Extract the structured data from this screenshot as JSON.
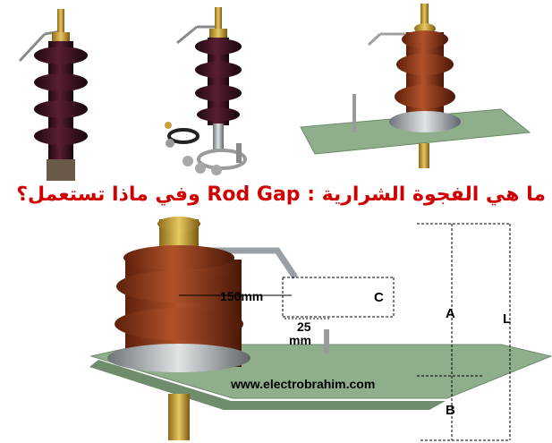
{
  "title": "ما هي الفجوة الشرارية : Rod Gap وفي ماذا تستعمل؟",
  "dimensions": {
    "gap_150": "150mm",
    "gap_25_value": "25",
    "gap_25_unit": "mm",
    "label_c": "C",
    "label_a": "A",
    "label_l": "L",
    "label_b": "B"
  },
  "website": "www.electrobrahim.com",
  "colors": {
    "title": "#d00000",
    "insulator_dark": "#3a1020",
    "insulator_brown": "#8a3a1c",
    "plate": "#8fae8c"
  }
}
